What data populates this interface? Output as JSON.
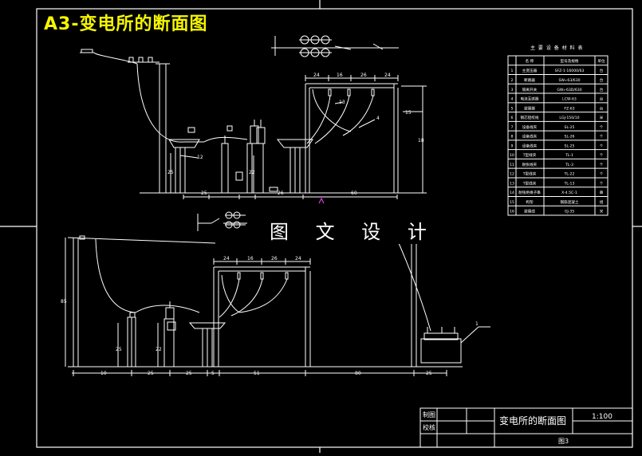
{
  "title": "A3-变电所的断面图",
  "watermark": "图 文 设 计",
  "table": {
    "caption": "主 要 设 备 材 料 表",
    "headers": [
      "",
      "名 称",
      "型号及规格",
      "单位"
    ],
    "rows": [
      {
        "no": "1",
        "name": "主变压器",
        "spec": "SFZ-1-16000/63",
        "unit": "台"
      },
      {
        "no": "2",
        "name": "断路器",
        "spec": "SW₃-63/630",
        "unit": "台"
      },
      {
        "no": "3",
        "name": "隔离开关",
        "spec": "GW₅-63D/630",
        "unit": "台"
      },
      {
        "no": "4",
        "name": "电流互感器",
        "spec": "LCW-63",
        "unit": "台"
      },
      {
        "no": "5",
        "name": "避雷器",
        "spec": "FZ-63",
        "unit": "台"
      },
      {
        "no": "6",
        "name": "钢芯铝绞线",
        "spec": "LGJ-150/10",
        "unit": "米"
      },
      {
        "no": "7",
        "name": "设备线夹",
        "spec": "SL-25",
        "unit": "个"
      },
      {
        "no": "8",
        "name": "设备线夹",
        "spec": "SL-26",
        "unit": "个"
      },
      {
        "no": "9",
        "name": "设备线夹",
        "spec": "SL-25",
        "unit": "个"
      },
      {
        "no": "10",
        "name": "T型线夹",
        "spec": "TL-1",
        "unit": "个"
      },
      {
        "no": "11",
        "name": "耐张线夹",
        "spec": "TL-3",
        "unit": "个"
      },
      {
        "no": "12",
        "name": "T型线夹",
        "spec": "TL-22",
        "unit": "个"
      },
      {
        "no": "13",
        "name": "T型线夹",
        "spec": "TL-13",
        "unit": "个"
      },
      {
        "no": "14",
        "name": "耐张绝缘子串",
        "spec": "X-4.5C-1",
        "unit": "串"
      },
      {
        "no": "15",
        "name": "构架",
        "spec": "钢筋混凝土",
        "unit": "组"
      },
      {
        "no": "16",
        "name": "避雷线",
        "spec": "GJ-35",
        "unit": "米"
      }
    ]
  },
  "title_block": {
    "label_design": "制图",
    "label_check": "校核",
    "name": "变电所的断面图",
    "scale": "1:100",
    "drawing_no": "图3"
  },
  "dims": {
    "top_span_1": "24",
    "top_span_2": "16",
    "top_span_3": "26",
    "top_span_4": "24",
    "top_height": "18",
    "top_side": "15",
    "top_bottom_1": "25",
    "top_bottom_2": "26",
    "top_bottom_3": "60",
    "top_col_1": "25",
    "top_col_2": "22",
    "bot_span_1": "24",
    "bot_span_2": "16",
    "bot_span_3": "26",
    "bot_span_4": "24",
    "bot_height": "85",
    "bot_col_1": "25",
    "bot_col_2": "22",
    "bot_b1": "10",
    "bot_b2": "25",
    "bot_b3": "25",
    "bot_b4": "5",
    "bot_b5": "51",
    "bot_b6": "80",
    "bot_b7": "25"
  },
  "callouts": {
    "c1": "4",
    "c2": "13",
    "c3": "12",
    "c4": "1"
  },
  "colors": {
    "line": "#ffffff",
    "title": "#f5f500",
    "marker": "#ff3fff"
  }
}
